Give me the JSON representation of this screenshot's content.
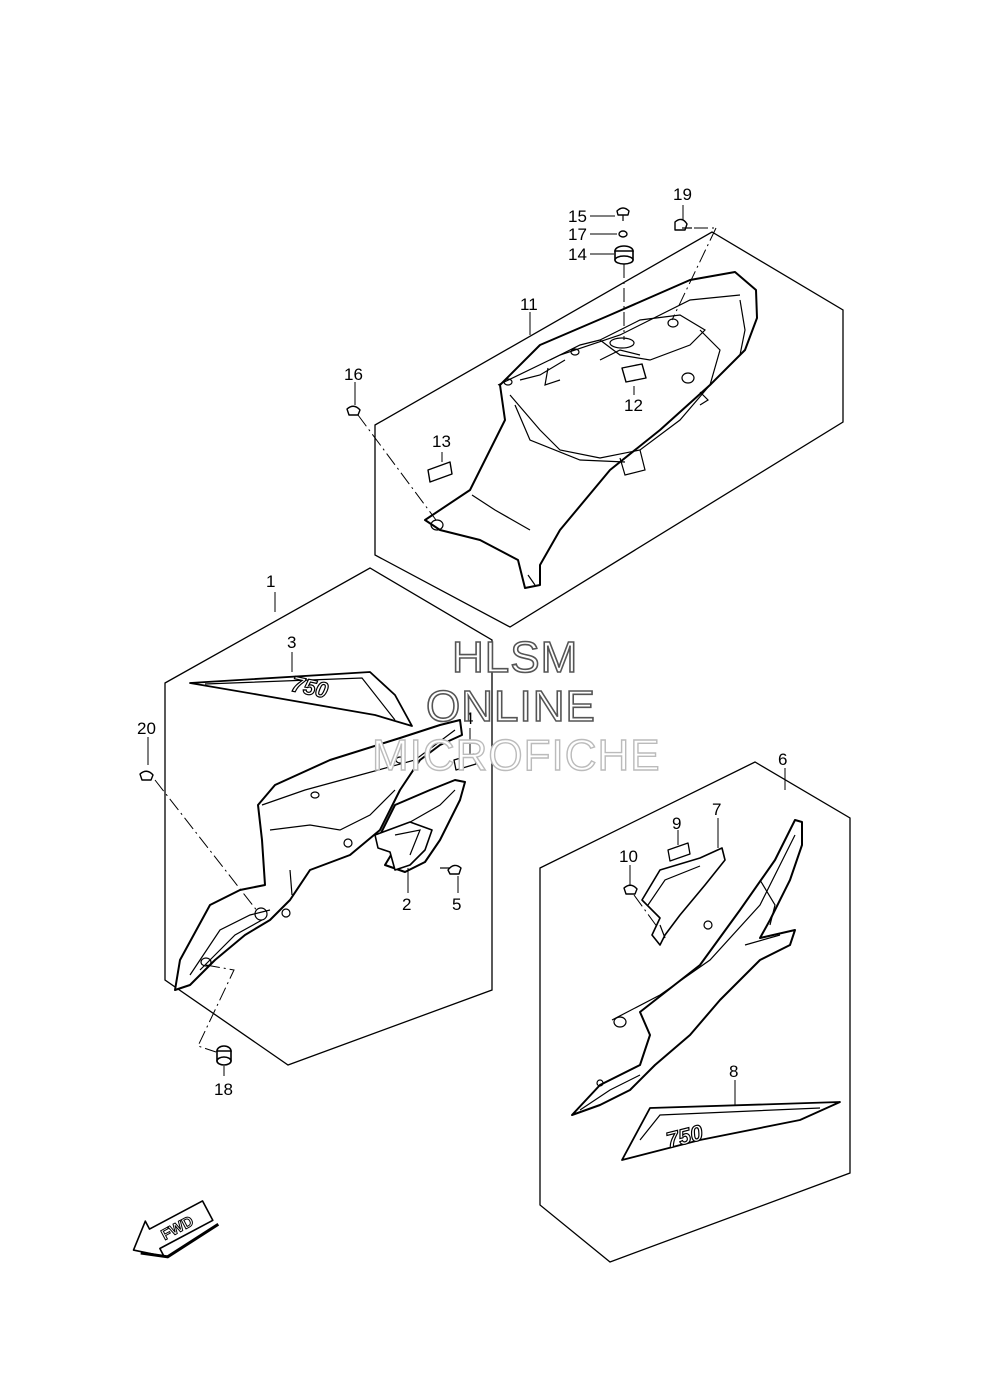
{
  "watermark": {
    "line1": "HLSM",
    "line2": "ONLINE",
    "line3": "MICROFICHE"
  },
  "direction_arrow": {
    "label": "FWD",
    "icon": "fwd-arrow-icon"
  },
  "decal_text": "750",
  "callouts": [
    {
      "id": "1",
      "label": "1"
    },
    {
      "id": "2",
      "label": "2"
    },
    {
      "id": "3",
      "label": "3"
    },
    {
      "id": "4",
      "label": "4"
    },
    {
      "id": "5",
      "label": "5"
    },
    {
      "id": "6",
      "label": "6"
    },
    {
      "id": "7",
      "label": "7"
    },
    {
      "id": "8",
      "label": "8"
    },
    {
      "id": "9",
      "label": "9"
    },
    {
      "id": "10",
      "label": "10"
    },
    {
      "id": "11",
      "label": "11"
    },
    {
      "id": "12",
      "label": "12"
    },
    {
      "id": "13",
      "label": "13"
    },
    {
      "id": "14",
      "label": "14"
    },
    {
      "id": "15",
      "label": "15"
    },
    {
      "id": "16",
      "label": "16"
    },
    {
      "id": "17",
      "label": "17"
    },
    {
      "id": "18",
      "label": "18"
    },
    {
      "id": "19",
      "label": "19"
    },
    {
      "id": "20",
      "label": "20"
    }
  ]
}
